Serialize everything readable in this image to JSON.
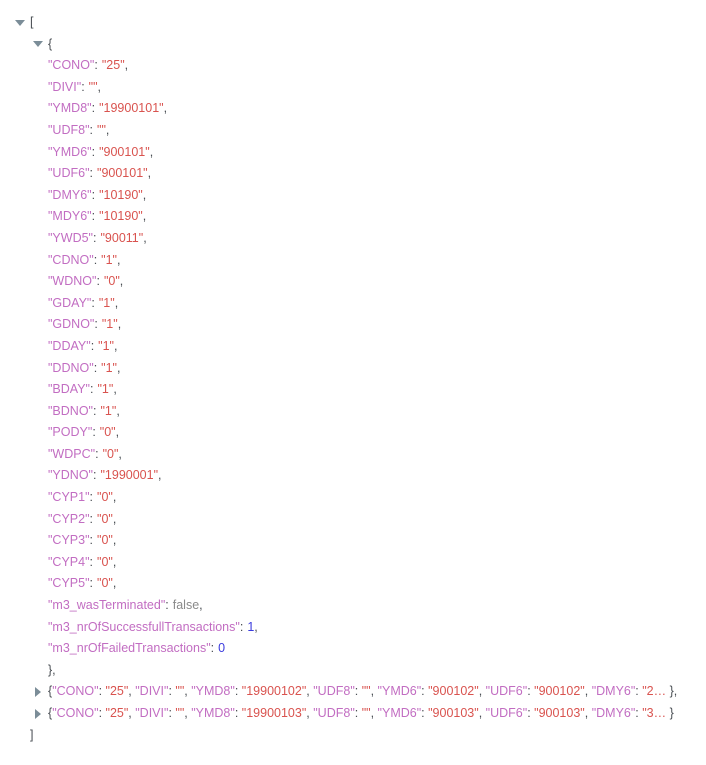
{
  "viewer": {
    "type": "json-tree",
    "root_open_bracket": "[",
    "root_close_bracket": "]",
    "object_open_brace": "{",
    "object_close_brace_comma": "},",
    "colon": ":",
    "comma": ",",
    "ellipsis": "…",
    "colors": {
      "background": "#ffffff",
      "key": "#c26dc2",
      "string": "#d9534f",
      "number": "#3b3bde",
      "boolean": "#8a8a8a",
      "punctuation": "#4a4f54",
      "twisty": "#7b8d98"
    },
    "icons": {
      "expanded": "triangle-down-icon",
      "collapsed": "triangle-right-icon"
    }
  },
  "expanded_object": {
    "entries": [
      {
        "key": "\"CONO\"",
        "value": "\"25\"",
        "type": "string",
        "trailing": ","
      },
      {
        "key": "\"DIVI\"",
        "value": "\"\"",
        "type": "string",
        "trailing": ","
      },
      {
        "key": "\"YMD8\"",
        "value": "\"19900101\"",
        "type": "string",
        "trailing": ","
      },
      {
        "key": "\"UDF8\"",
        "value": "\"\"",
        "type": "string",
        "trailing": ","
      },
      {
        "key": "\"YMD6\"",
        "value": "\"900101\"",
        "type": "string",
        "trailing": ","
      },
      {
        "key": "\"UDF6\"",
        "value": "\"900101\"",
        "type": "string",
        "trailing": ","
      },
      {
        "key": "\"DMY6\"",
        "value": "\"10190\"",
        "type": "string",
        "trailing": ","
      },
      {
        "key": "\"MDY6\"",
        "value": "\"10190\"",
        "type": "string",
        "trailing": ","
      },
      {
        "key": "\"YWD5\"",
        "value": "\"90011\"",
        "type": "string",
        "trailing": ","
      },
      {
        "key": "\"CDNO\"",
        "value": "\"1\"",
        "type": "string",
        "trailing": ","
      },
      {
        "key": "\"WDNO\"",
        "value": "\"0\"",
        "type": "string",
        "trailing": ","
      },
      {
        "key": "\"GDAY\"",
        "value": "\"1\"",
        "type": "string",
        "trailing": ","
      },
      {
        "key": "\"GDNO\"",
        "value": "\"1\"",
        "type": "string",
        "trailing": ","
      },
      {
        "key": "\"DDAY\"",
        "value": "\"1\"",
        "type": "string",
        "trailing": ","
      },
      {
        "key": "\"DDNO\"",
        "value": "\"1\"",
        "type": "string",
        "trailing": ","
      },
      {
        "key": "\"BDAY\"",
        "value": "\"1\"",
        "type": "string",
        "trailing": ","
      },
      {
        "key": "\"BDNO\"",
        "value": "\"1\"",
        "type": "string",
        "trailing": ","
      },
      {
        "key": "\"PODY\"",
        "value": "\"0\"",
        "type": "string",
        "trailing": ","
      },
      {
        "key": "\"WDPC\"",
        "value": "\"0\"",
        "type": "string",
        "trailing": ","
      },
      {
        "key": "\"YDNO\"",
        "value": "\"1990001\"",
        "type": "string",
        "trailing": ","
      },
      {
        "key": "\"CYP1\"",
        "value": "\"0\"",
        "type": "string",
        "trailing": ","
      },
      {
        "key": "\"CYP2\"",
        "value": "\"0\"",
        "type": "string",
        "trailing": ","
      },
      {
        "key": "\"CYP3\"",
        "value": "\"0\"",
        "type": "string",
        "trailing": ","
      },
      {
        "key": "\"CYP4\"",
        "value": "\"0\"",
        "type": "string",
        "trailing": ","
      },
      {
        "key": "\"CYP5\"",
        "value": "\"0\"",
        "type": "string",
        "trailing": ","
      },
      {
        "key": "\"m3_wasTerminated\"",
        "value": "false",
        "type": "boolean",
        "trailing": ","
      },
      {
        "key": "\"m3_nrOfSuccessfullTransactions\"",
        "value": "1",
        "type": "number",
        "trailing": ","
      },
      {
        "key": "\"m3_nrOfFailedTransactions\"",
        "value": "0",
        "type": "number",
        "trailing": ""
      }
    ]
  },
  "collapsed_rows": [
    {
      "open_brace": "{",
      "preview": [
        {
          "key": "\"CONO\"",
          "value": "\"25\"",
          "type": "string",
          "trailing": ","
        },
        {
          "key": "\"DIVI\"",
          "value": "\"\"",
          "type": "string",
          "trailing": ","
        },
        {
          "key": "\"YMD8\"",
          "value": "\"19900102\"",
          "type": "string",
          "trailing": ","
        },
        {
          "key": "\"UDF8\"",
          "value": "\"\"",
          "type": "string",
          "trailing": ","
        },
        {
          "key": "\"YMD6\"",
          "value": "\"900102\"",
          "type": "string",
          "trailing": ","
        },
        {
          "key": "\"UDF6\"",
          "value": "\"900102\"",
          "type": "string",
          "trailing": ","
        },
        {
          "key": "\"DMY6\"",
          "value": "\"2…",
          "type": "string",
          "trailing": ""
        }
      ],
      "close": "},"
    },
    {
      "open_brace": "{",
      "preview": [
        {
          "key": "\"CONO\"",
          "value": "\"25\"",
          "type": "string",
          "trailing": ","
        },
        {
          "key": "\"DIVI\"",
          "value": "\"\"",
          "type": "string",
          "trailing": ","
        },
        {
          "key": "\"YMD8\"",
          "value": "\"19900103\"",
          "type": "string",
          "trailing": ","
        },
        {
          "key": "\"UDF8\"",
          "value": "\"\"",
          "type": "string",
          "trailing": ","
        },
        {
          "key": "\"YMD6\"",
          "value": "\"900103\"",
          "type": "string",
          "trailing": ","
        },
        {
          "key": "\"UDF6\"",
          "value": "\"900103\"",
          "type": "string",
          "trailing": ","
        },
        {
          "key": "\"DMY6\"",
          "value": "\"3…",
          "type": "string",
          "trailing": ""
        }
      ],
      "close": "}"
    }
  ]
}
